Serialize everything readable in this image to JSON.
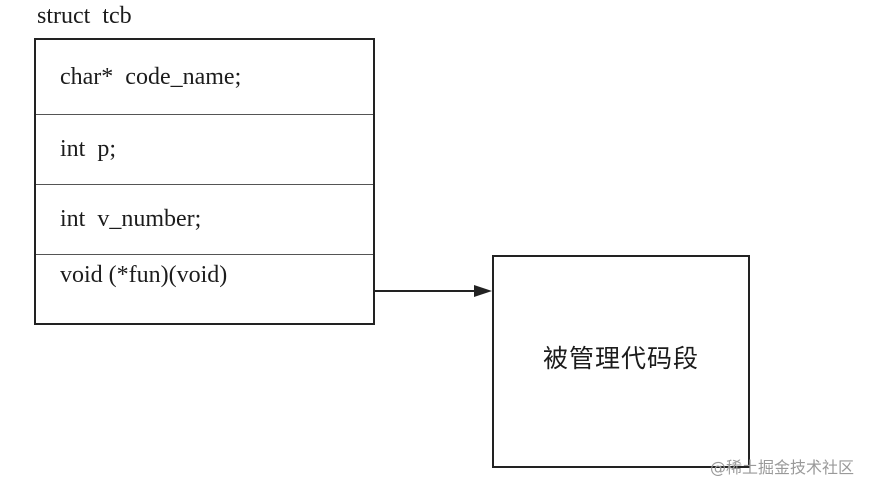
{
  "struct": {
    "title": "struct  tcb",
    "fields": [
      "char*  code_name;",
      "int  p;",
      "int  v_number;",
      "void (*fun)(void)"
    ]
  },
  "target": {
    "label": "被管理代码段"
  },
  "watermark": "@稀土掘金技术社区"
}
